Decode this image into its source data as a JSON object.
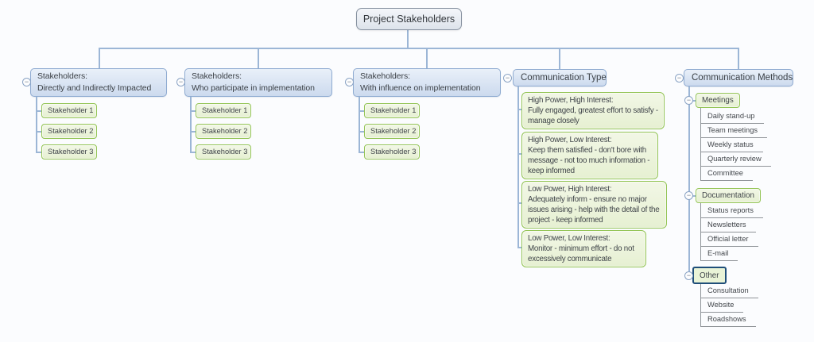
{
  "icons": {
    "collapse_glyph": "−"
  },
  "colors": {
    "background": "#fbfcfe",
    "branch_fill": "#d9e4f3",
    "branch_border": "#8fabd1",
    "leaf_fill": "#ecf4dc",
    "leaf_border": "#93c455",
    "connector_blue": "#9cb6d6",
    "leaf_line_gray": "#8f9398",
    "selected_border": "#1f4e79"
  },
  "root": {
    "label": "Project Stakeholders"
  },
  "branches": [
    {
      "title": "Stakeholders:",
      "subtitle": "Directly and Indirectly Impacted",
      "children": [
        "Stakeholder 1",
        "Stakeholder 2",
        "Stakeholder 3"
      ]
    },
    {
      "title": "Stakeholders:",
      "subtitle": "Who participate in implementation",
      "children": [
        "Stakeholder 1",
        "Stakeholder 2",
        "Stakeholder 3"
      ]
    },
    {
      "title": "Stakeholders:",
      "subtitle": "With influence on implementation",
      "children": [
        "Stakeholder 1",
        "Stakeholder 2",
        "Stakeholder 3"
      ]
    },
    {
      "title": "Communication Type",
      "children": [
        {
          "title": "High Power, High Interest:",
          "desc": "Fully engaged, greatest effort to satisfy - manage closely"
        },
        {
          "title": "High Power, Low Interest:",
          "desc": "Keep them satisfied - don't bore with message - not too much information - keep informed"
        },
        {
          "title": "Low Power, High Interest:",
          "desc": "Adequately inform - ensure no major issues arising - help with the detail of the project - keep informed"
        },
        {
          "title": "Low Power, Low Interest:",
          "desc": "Monitor - minimum effort - do not excessively communicate"
        }
      ]
    },
    {
      "title": "Communication Methods",
      "groups": [
        {
          "label": "Meetings",
          "selected": false,
          "items": [
            "Daily stand-up",
            "Team meetings",
            "Weekly status",
            "Quarterly review",
            "Committee"
          ]
        },
        {
          "label": "Documentation",
          "selected": false,
          "items": [
            "Status reports",
            "Newsletters",
            "Official letter",
            "E-mail"
          ]
        },
        {
          "label": "Other",
          "selected": true,
          "items": [
            "Consultation",
            "Website",
            "Roadshows"
          ]
        }
      ]
    }
  ]
}
